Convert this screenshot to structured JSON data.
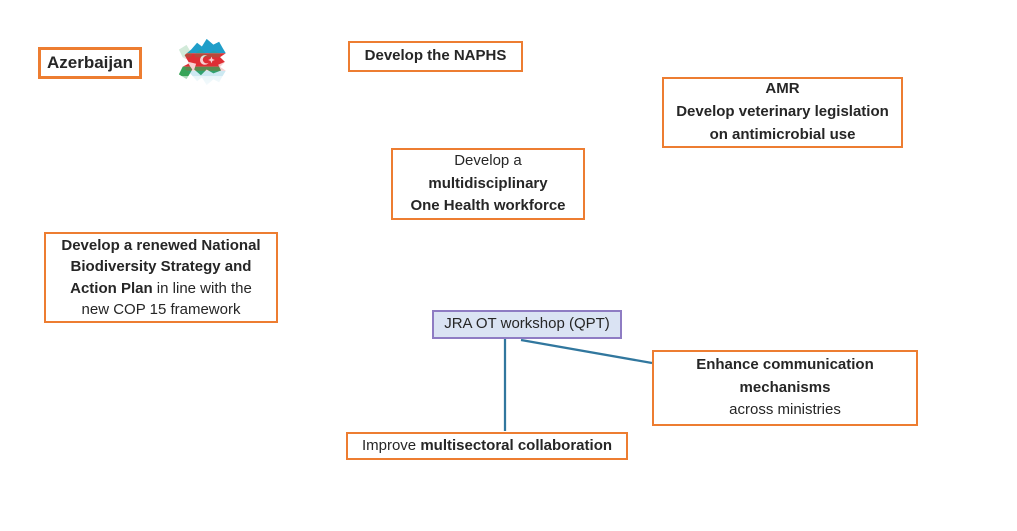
{
  "colors": {
    "orange": "#ED7D31",
    "purple": "#8E7CC3",
    "box_fill_blue": "#DAE3F3",
    "connector": "#31779E",
    "text": "#262626",
    "flag_blue": "#1F9EC9",
    "flag_red": "#DF2E34",
    "flag_green": "#37A457"
  },
  "country": {
    "label": "Azerbaijan",
    "flag_icon": "azerbaijan-map-flag-icon"
  },
  "boxes": {
    "azerbaijan": {
      "lines": [
        [
          {
            "t": "Azerbaijan",
            "b": true
          }
        ]
      ]
    },
    "naphs": {
      "lines": [
        [
          {
            "t": "Develop the NAPHS",
            "b": true
          }
        ]
      ]
    },
    "amr": {
      "lines": [
        [
          {
            "t": "AMR",
            "b": true
          }
        ],
        [
          {
            "t": "Develop veterinary legislation",
            "b": true
          }
        ],
        [
          {
            "t": "on antimicrobial use",
            "b": true
          }
        ]
      ]
    },
    "one_health": {
      "lines": [
        [
          {
            "t": "Develop a",
            "b": false
          }
        ],
        [
          {
            "t": "multidisciplinary",
            "b": true
          }
        ],
        [
          {
            "t": "One Health workforce",
            "b": true
          }
        ]
      ]
    },
    "biodiversity": {
      "lines": [
        [
          {
            "t": "Develop a renewed National",
            "b": true
          }
        ],
        [
          {
            "t": "Biodiversity Strategy and",
            "b": true
          }
        ],
        [
          {
            "t": "Action Plan",
            "b": true
          },
          {
            "t": " in line with the",
            "b": false
          }
        ],
        [
          {
            "t": "new COP 15 framework",
            "b": false
          }
        ]
      ]
    },
    "jra": {
      "lines": [
        [
          {
            "t": "JRA OT workshop (QPT)",
            "b": false
          }
        ]
      ]
    },
    "enhance": {
      "lines": [
        [
          {
            "t": "Enhance communication",
            "b": true
          }
        ],
        [
          {
            "t": "mechanisms",
            "b": true
          }
        ],
        [
          {
            "t": "across ministries",
            "b": false
          }
        ]
      ]
    },
    "improve": {
      "lines": [
        [
          {
            "t": "Improve ",
            "b": false
          },
          {
            "t": "multisectoral collaboration",
            "b": true
          }
        ]
      ]
    }
  }
}
